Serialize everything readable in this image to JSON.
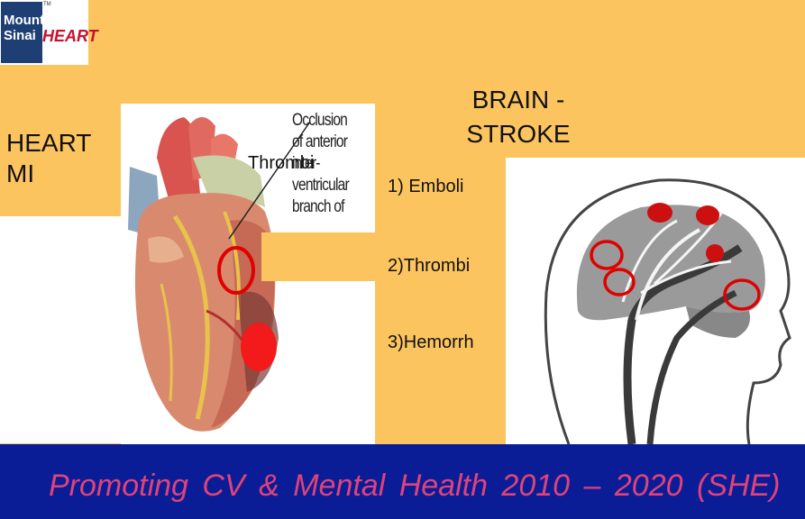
{
  "logo": {
    "line1": "Mount",
    "line2": "Sinai",
    "brand": "HEART",
    "tm": "TM"
  },
  "heart_panel": {
    "label_line1": "HEART",
    "label_line2": "MI",
    "annotation": [
      "Occlusion",
      "of anterior",
      "inter-",
      "ventricular",
      "branch of"
    ],
    "thrombi_label": "Thrombi"
  },
  "brain_panel": {
    "title_line1": "BRAIN -",
    "title_line2": "STROKE",
    "items": [
      "1) Emboli",
      "2)Thrombi",
      "3)Hemorrh"
    ]
  },
  "footer": {
    "text": "Promoting  CV  & Mental  Health  2010 – 2020 (SHE)"
  },
  "colors": {
    "background": "#FCC45F",
    "footer_bg": "#0A1D96",
    "footer_text": "#E0427A",
    "marker": "#E00000",
    "logo_blue": "#1E3F73"
  }
}
